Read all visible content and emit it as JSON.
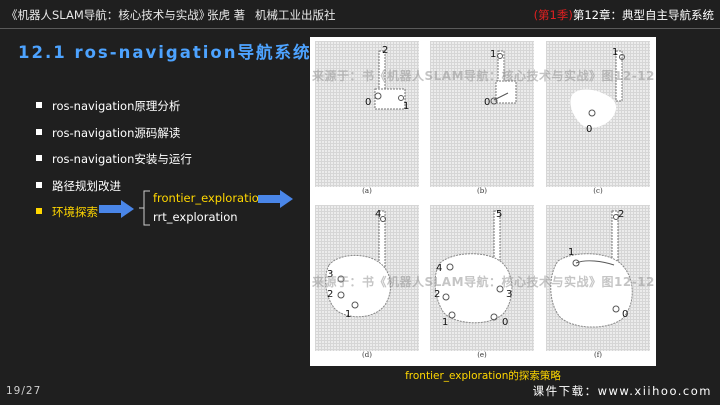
{
  "header": {
    "book_title": "《机器人SLAM导航：核心技术与实战》",
    "author": "张虎 著",
    "publisher": "机械工业出版社",
    "edition": "(第1季)",
    "chapter": "第12章：典型自主导航系统"
  },
  "slide": {
    "title": "12.1 ros-navigation导航系统"
  },
  "bullets": [
    {
      "label": "ros-navigation原理分析"
    },
    {
      "label": "ros-navigation源码解读"
    },
    {
      "label": "ros-navigation安装与运行"
    },
    {
      "label": "路径规划改进"
    },
    {
      "label": "环境探索"
    }
  ],
  "sub_items": {
    "top": "frontier_exploration",
    "bottom": "rrt_exploration"
  },
  "figure": {
    "panels": [
      {
        "caption": "(a)",
        "labels": [
          "2",
          "0",
          "1"
        ]
      },
      {
        "caption": "(b)",
        "labels": [
          "1",
          "0"
        ]
      },
      {
        "caption": "(c)",
        "labels": [
          "1",
          "0"
        ]
      },
      {
        "caption": "(d)",
        "labels": [
          "4",
          "3",
          "2",
          "1"
        ]
      },
      {
        "caption": "(e)",
        "labels": [
          "5",
          "4",
          "2",
          "3",
          "1",
          "0"
        ]
      },
      {
        "caption": "(f)",
        "labels": [
          "2",
          "1",
          "0"
        ]
      }
    ],
    "watermark": "来源于：书《机器人SLAM导航：核心技术与实战》图12-12",
    "caption": "frontier_exploration的探索策略"
  },
  "footer": {
    "page": "19/27",
    "download": "课件下载：www.xiihoo.com"
  },
  "colors": {
    "background": "#1f1f1f",
    "title": "#4da3ff",
    "highlight": "#ffd700",
    "arrow": "#4a86e8",
    "edition": "#e02020"
  }
}
